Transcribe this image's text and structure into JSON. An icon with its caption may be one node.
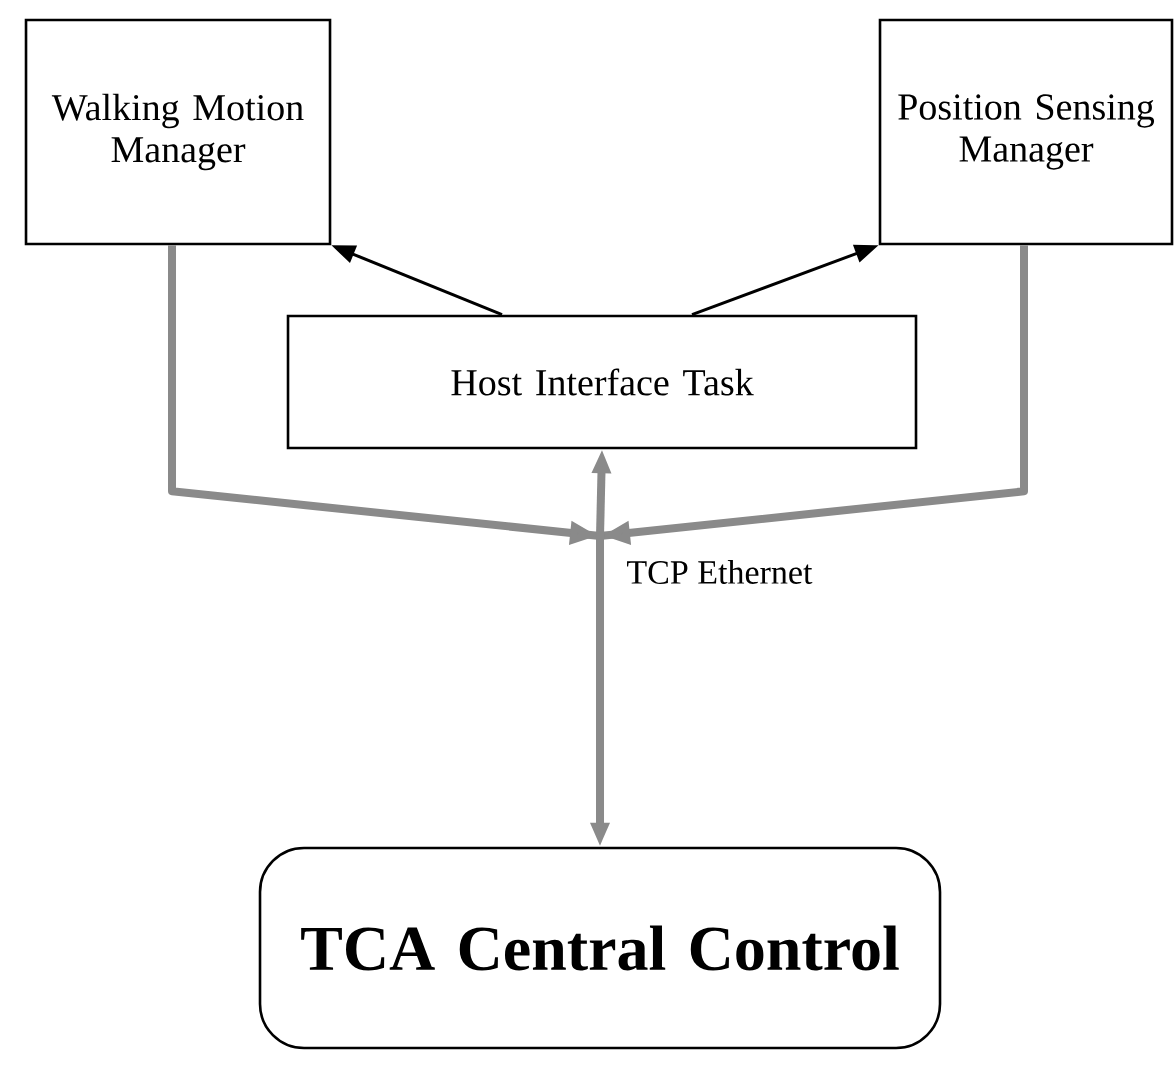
{
  "diagram": {
    "nodes": [
      {
        "text": [
          "Walking Motion Manager"
        ]
      },
      {
        "text": [
          "Position Sensing Manager"
        ]
      },
      {
        "text": [
          "Host Interface Task"
        ]
      },
      {
        "text": [
          "TCA Central Control"
        ]
      }
    ],
    "edges": [
      {
        "from": 2,
        "to": 0,
        "arrow": "to",
        "color": "#000000"
      },
      {
        "from": 2,
        "to": 1,
        "arrow": "to",
        "color": "#000000"
      },
      {
        "from": 0,
        "to": 3,
        "arrow": "to"
      },
      {
        "from": 1,
        "to": 3,
        "arrow": "to"
      },
      {
        "from": 2,
        "to": 3,
        "arrow": "both",
        "label": "TCP Ethernet"
      }
    ]
  }
}
